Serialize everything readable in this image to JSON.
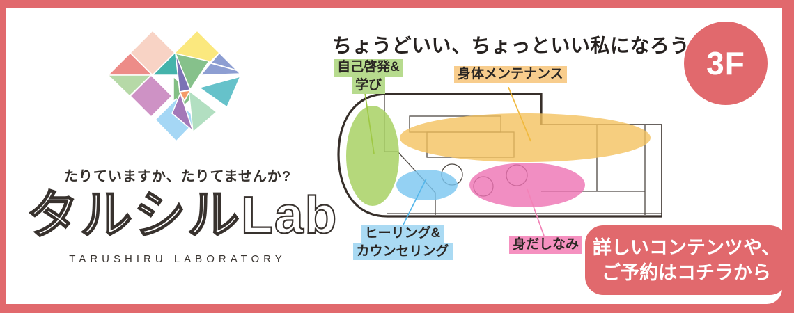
{
  "brand": {
    "tagline": "たりていますか、たりてませんか?",
    "logo_text": "タルシルLab",
    "logo_subtext": "TARUSHIRU LABORATORY"
  },
  "headline": "ちょうどいい、ちょっといい私になろう",
  "floor_badge": "3F",
  "zones": {
    "self_improvement": {
      "line1": "自己啓発&",
      "line2": "学び",
      "label_color": "#b7db8e",
      "area_color": "#b3d877"
    },
    "body_maintenance": {
      "label": "身体メンテナンス",
      "label_color": "#f8cd8d",
      "area_color": "#f6cf86"
    },
    "healing": {
      "line1": "ヒーリング&",
      "line2": "カウンセリング",
      "label_color": "#aadaf3",
      "area_color": "#a0d6f2"
    },
    "grooming": {
      "label": "身だしなみ",
      "label_color": "#f591c0",
      "area_color": "#f18cc1"
    }
  },
  "cta": {
    "line1": "詳しいコンテンツや、",
    "line2": "ご予約はコチラから"
  },
  "colors": {
    "accent": "#e1696d",
    "text_dark": "#2b2724",
    "map_outline": "#372f2a"
  }
}
